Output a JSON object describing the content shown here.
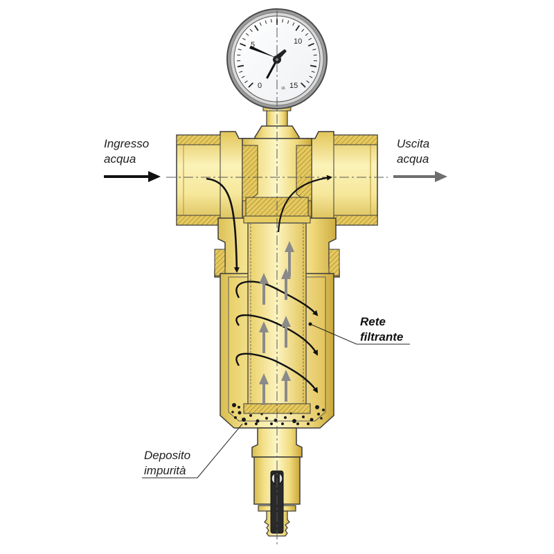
{
  "labels": {
    "inlet_line1": "Ingresso",
    "inlet_line2": "acqua",
    "outlet_line1": "Uscita",
    "outlet_line2": "acqua",
    "mesh_line1": "Rete",
    "mesh_line2": "filtrante",
    "deposit_line1": "Deposito",
    "deposit_line2": "impurità"
  },
  "gauge": {
    "tick_labels": [
      "0",
      "5",
      "10",
      "15"
    ],
    "unit_label": "16"
  },
  "colors": {
    "brass_light": "#fbf3b0",
    "brass_mid": "#ecd46a",
    "brass_dark": "#c9a93a",
    "outline": "#3a3a3a",
    "flow_in": "#111111",
    "flow_up": "#8a8a8a",
    "outlet_arrow": "#6e6e6e"
  },
  "icons": {
    "inlet": "arrow-right-icon",
    "outlet": "arrow-right-icon",
    "drain": "drain-valve-icon"
  }
}
